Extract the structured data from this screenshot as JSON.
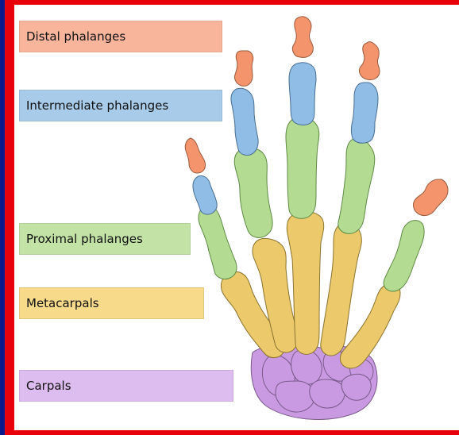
{
  "labels": {
    "distal": "Distal phalanges",
    "intermediate": "Intermediate phalanges",
    "proximal": "Proximal phalanges",
    "metacarpals": "Metacarpals",
    "carpals": "Carpals"
  },
  "colors": {
    "distal": "#f5a98a",
    "intermediate": "#9cc3e6",
    "proximal": "#b7dc9a",
    "metacarpals": "#f0d07c",
    "carpals": "#cfa6e6",
    "frame": "#e8000a",
    "border": "#0b1a8c"
  }
}
